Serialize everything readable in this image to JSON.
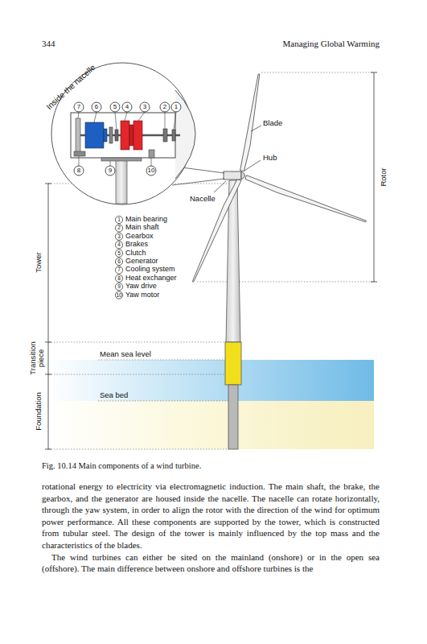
{
  "diagram": {
    "caption": "Fig. 10.14 Main components of a wind turbine.",
    "labels": [
      "344",
      "Managing Global Warming",
      "Inside the nacelle",
      "7",
      "6",
      "5",
      "4",
      "3",
      "2",
      "1",
      "8",
      "9",
      "10",
      "Blade",
      "Hub",
      "Nacelle",
      "Rotor",
      "1",
      "Main bearing",
      "2",
      "Main shaft",
      "3",
      "Gearbox",
      "4",
      "Brakes",
      "5",
      "Clutch",
      "6",
      "Generator",
      "7",
      "Cooling system",
      "8",
      "Heat exchanger",
      "9",
      "Yaw drive",
      "10",
      "Yaw motor",
      "Tower",
      "Transition piece",
      "Foundation",
      "Mean sea level",
      "Sea bed",
      "rotational energy to electricity via electromagnetic induction. The main shaft, the brake, the gearbox, and the generator are housed inside the nacelle. The nacelle can rotate horizontally, through the yaw system, in order to align the rotor with the direction of the wind for optimum power performance. All these components are supported by the tower, which is constructed from tubular steel. The design of the tower is mainly influenced by the top mass and the characteristics of the blades.",
      "The wind turbines can either be sited on the mainland (onshore) or in the open sea (offshore). The main difference between onshore and offshore turbines is the"
    ]
  }
}
